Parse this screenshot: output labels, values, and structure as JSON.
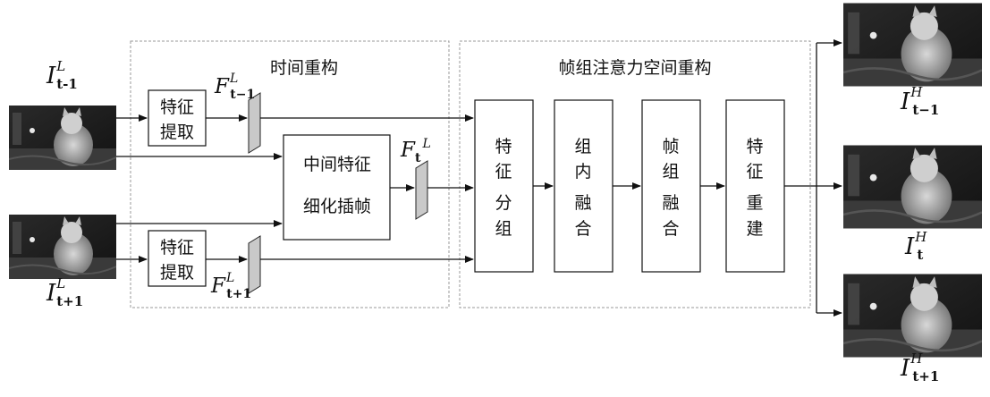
{
  "sections": {
    "temporal_title": "时间重构",
    "spatial_title": "帧组注意力空间重构"
  },
  "blocks": {
    "feature_extract_top": [
      "特征",
      "提取"
    ],
    "feature_extract_bottom": [
      "特征",
      "提取"
    ],
    "intermediate_refine": [
      "中间特征",
      "细化插帧"
    ],
    "feature_grouping": [
      "特",
      "征",
      "分",
      "组"
    ],
    "intra_group_fusion": [
      "组",
      "内",
      "融",
      "合"
    ],
    "frame_group_fusion": [
      "帧",
      "组",
      "融",
      "合"
    ],
    "feature_reconstruct": [
      "特",
      "征",
      "重",
      "建"
    ]
  },
  "symbols": {
    "I_prev_low": {
      "base": "I",
      "sup": "L",
      "sub": "t-1"
    },
    "I_next_low": {
      "base": "I",
      "sup": "L",
      "sub": "t+1"
    },
    "F_prev_low": {
      "base": "F",
      "sup": "L",
      "sub": "t−1"
    },
    "F_cur_low": {
      "base": "F",
      "sup": "L",
      "sub": "t"
    },
    "F_next_low": {
      "base": "F",
      "sup": "L",
      "sub": "t+1"
    },
    "I_prev_high": {
      "base": "I",
      "sup": "H",
      "sub": "t−1"
    },
    "I_cur_high": {
      "base": "I",
      "sup": "H",
      "sub": "t"
    },
    "I_next_high": {
      "base": "I",
      "sup": "H",
      "sub": "t+1"
    }
  }
}
